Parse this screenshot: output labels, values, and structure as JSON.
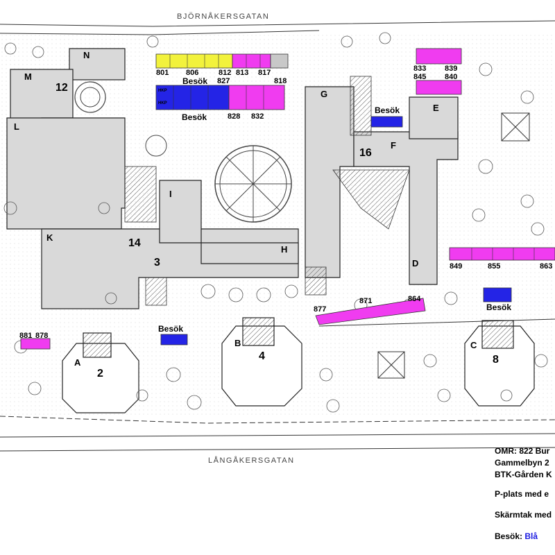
{
  "streets": {
    "north": "BJÖRNÅKERSGATAN",
    "south": "LÅNGÅKERSGATAN"
  },
  "buildings": {
    "N": "N",
    "M": "M",
    "n12": "12",
    "L": "L",
    "I": "I",
    "K": "K",
    "n14": "14",
    "n3": "3",
    "H": "H",
    "G": "G",
    "n16": "16",
    "E": "E",
    "F": "F",
    "D": "D",
    "A": "A",
    "n2": "2",
    "B": "B",
    "n4": "4",
    "C": "C",
    "n8": "8"
  },
  "parking_numbers": {
    "p801": "801",
    "p806": "806",
    "p812": "812",
    "p813": "813",
    "p817": "817",
    "p827": "827",
    "p818": "818",
    "p828": "828",
    "p832": "832",
    "p833": "833",
    "p839": "839",
    "p845": "845",
    "p840": "840",
    "p849": "849",
    "p855": "855",
    "p863": "863",
    "p877": "877",
    "p871": "871",
    "p864": "864",
    "p881": "881",
    "p878": "878"
  },
  "visitor_label": "Besök",
  "hkp_label": "HKP",
  "legend": {
    "line1": "OMR: 822 Bur",
    "line2": "Gammelbyn 2",
    "line3": "BTK-Gården K",
    "line4": "P-plats med e",
    "line5": "Skärmtak med",
    "visitor_prefix": "Besök:",
    "visitor_color_name": "Blå"
  },
  "colors": {
    "yellow": "#f2f23c",
    "magenta": "#f03cf0",
    "blue": "#2424e6",
    "gray": "#c8c8c8",
    "building": "#d9d9d9"
  }
}
